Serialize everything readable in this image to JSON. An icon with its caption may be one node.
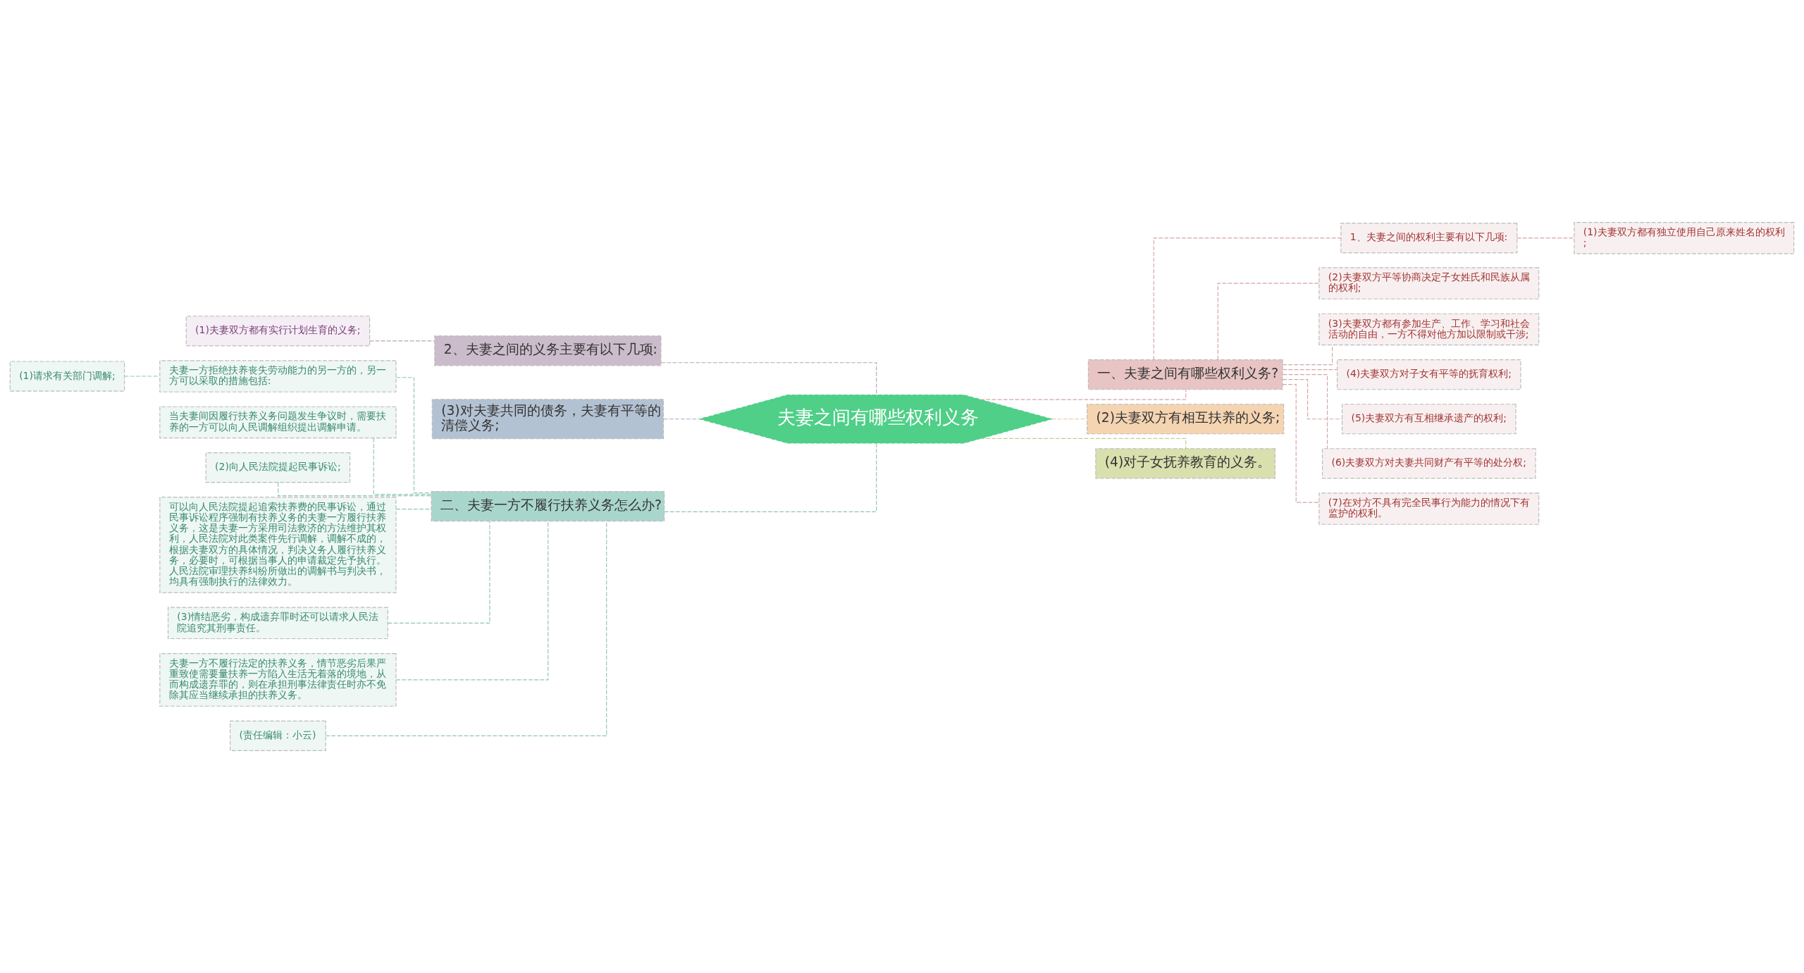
{
  "diagram": {
    "nodes": [
      {
        "text": [
          "夫妻之间有哪些权利义务"
        ]
      },
      {
        "text": [
          "一、夫妻之间有哪些权利义务?"
        ]
      },
      {
        "text": [
          "1、夫妻之间的权利主要有以下几项:"
        ]
      },
      {
        "text": [
          "(1)夫妻双方都有独立使用自己原来姓名的权利;"
        ]
      },
      {
        "text": [
          "(2)夫妻双方平等协商决定子女姓氏和民族从属的权利;"
        ]
      },
      {
        "text": [
          "(3)夫妻双方都有参加生产、工作、学习和社会活动的自由，一方不得对他方加以限制或干涉;"
        ]
      },
      {
        "text": [
          "(4)夫妻双方对子女有平等的抚育权利;"
        ]
      },
      {
        "text": [
          "(5)夫妻双方有互相继承遗产的权利;"
        ]
      },
      {
        "text": [
          "(6)夫妻双方对夫妻共同财产有平等的处分权;"
        ]
      },
      {
        "text": [
          "(7)在对方不具有完全民事行为能力的情况下有监护的权利。"
        ]
      },
      {
        "text": [
          "(2)夫妻双方有相互扶养的义务;"
        ]
      },
      {
        "text": [
          "(4)对子女抚养教育的义务。"
        ]
      },
      {
        "text": [
          "2、夫妻之间的义务主要有以下几项:"
        ]
      },
      {
        "text": [
          "(1)夫妻双方都有实行计划生育的义务;"
        ]
      },
      {
        "text": [
          "(3)对夫妻共同的债务，夫妻有平等的清偿义务;"
        ]
      },
      {
        "text": [
          "二、夫妻一方不履行扶养义务怎么办?"
        ]
      },
      {
        "text": [
          "夫妻一方拒绝扶养丧失劳动能力的另一方的，另一方可以采取的措施包括:"
        ]
      },
      {
        "text": [
          "(1)请求有关部门调解;"
        ]
      },
      {
        "text": [
          "当夫妻间因履行扶养义务问题发生争议时，需要扶养的一方可以向人民调解组织提出调解申请。"
        ]
      },
      {
        "text": [
          "(2)向人民法院提起民事诉讼;"
        ]
      },
      {
        "text": [
          "可以向人民法院提起追索扶养费的民事诉讼，通过民事诉讼程序强制有扶养义务的夫妻一方履行扶养义务，这是夫妻一方采用司法救济的方法维护其权利，人民法院对此类案件先行调解，调解不成的，根据夫妻双方的具体情况，判决义务人履行扶养义务，必要时，可根据当事人的申请裁定先予执行。人民法院审理扶养纠纷所做出的调解书与判决书，均具有强制执行的法律效力。"
        ]
      },
      {
        "text": [
          "(3)情结恶劣，构成遗弃罪时还可以请求人民法院追究其刑事责任。"
        ]
      },
      {
        "text": [
          "夫妻一方不履行法定的扶养义务，情节恶劣后果严重致使需要量扶养一方陷入生活无着落的境地，从而构成遗弃罪的，则在承担刑事法律责任时亦不免除其应当继续承担的扶养义务。"
        ]
      },
      {
        "text": [
          "(责任编辑：小云)"
        ]
      }
    ],
    "edges": [
      {
        "from": 0,
        "to": 1,
        "arrow": "none",
        "style": "dashed",
        "color": "#d9a3a3"
      },
      {
        "from": 1,
        "to": 2,
        "arrow": "none",
        "style": "dashed",
        "color": "#d9a3a3"
      },
      {
        "from": 2,
        "to": 3,
        "arrow": "none",
        "style": "dashed",
        "color": "#d9a3a3"
      },
      {
        "from": 1,
        "to": 4,
        "arrow": "none",
        "style": "dashed",
        "color": "#d9a3a3"
      },
      {
        "from": 1,
        "to": 5,
        "arrow": "none",
        "style": "dashed",
        "color": "#d9a3a3"
      },
      {
        "from": 1,
        "to": 6,
        "arrow": "none",
        "style": "dashed",
        "color": "#d9a3a3"
      },
      {
        "from": 1,
        "to": 7,
        "arrow": "none",
        "style": "dashed",
        "color": "#d9a3a3"
      },
      {
        "from": 1,
        "to": 8,
        "arrow": "none",
        "style": "dashed",
        "color": "#d9a3a3"
      },
      {
        "from": 1,
        "to": 9,
        "arrow": "none",
        "style": "dashed",
        "color": "#d9a3a3"
      },
      {
        "from": 0,
        "to": 10,
        "arrow": "none",
        "style": "dashed",
        "color": "#e8c49a"
      },
      {
        "from": 0,
        "to": 11,
        "arrow": "none",
        "style": "dashed",
        "color": "#c4cf8a"
      },
      {
        "from": 0,
        "to": 12,
        "arrow": "none",
        "style": "dashed",
        "color": "#b9a3b9"
      },
      {
        "from": 12,
        "to": 13,
        "arrow": "none",
        "style": "dashed",
        "color": "#b9a3b9"
      },
      {
        "from": 0,
        "to": 14,
        "arrow": "none",
        "style": "dashed",
        "color": "#9fb0c4"
      },
      {
        "from": 0,
        "to": 15,
        "arrow": "none",
        "style": "dashed",
        "color": "#8fc4b8"
      },
      {
        "from": 15,
        "to": 16,
        "arrow": "none",
        "style": "dashed",
        "color": "#8fc4b8"
      },
      {
        "from": 16,
        "to": 17,
        "arrow": "none",
        "style": "dashed",
        "color": "#8fc4b8"
      },
      {
        "from": 15,
        "to": 18,
        "arrow": "none",
        "style": "dashed",
        "color": "#8fc4b8"
      },
      {
        "from": 15,
        "to": 19,
        "arrow": "none",
        "style": "dashed",
        "color": "#8fc4b8"
      },
      {
        "from": 15,
        "to": 20,
        "arrow": "none",
        "style": "dashed",
        "color": "#8fc4b8"
      },
      {
        "from": 15,
        "to": 21,
        "arrow": "none",
        "style": "dashed",
        "color": "#8fc4b8"
      },
      {
        "from": 15,
        "to": 22,
        "arrow": "none",
        "style": "dashed",
        "color": "#8fc4b8"
      },
      {
        "from": 15,
        "to": 23,
        "arrow": "none",
        "style": "dashed",
        "color": "#8fc4b8"
      }
    ]
  }
}
